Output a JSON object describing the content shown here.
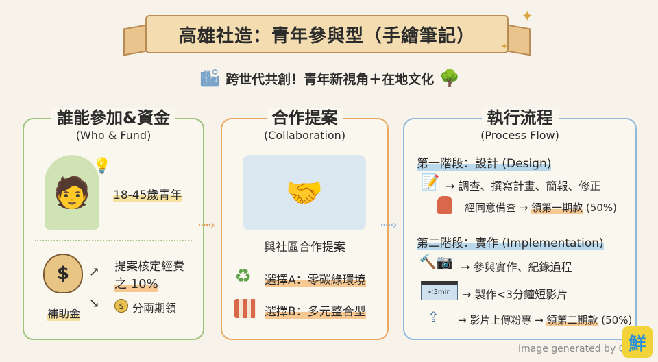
{
  "title": "高雄社造：青年參與型（手繪筆記）",
  "subtitle": "跨世代共創！青年新視角＋在地文化",
  "panels": {
    "who": {
      "title": "誰能參加&資金",
      "subtitle": "(Who & Fund)",
      "age": "18-45歲青年",
      "fund_label": "補助金",
      "fund_amount_line1": "提案核定經費",
      "fund_amount_line2": "之 10%",
      "fund_installments": "分兩期領"
    },
    "collab": {
      "title": "合作提案",
      "subtitle": "(Collaboration)",
      "caption": "與社區合作提案",
      "option_a": "選擇A：零碳綠環境",
      "option_b": "選擇B：多元整合型"
    },
    "flow": {
      "title": "執行流程",
      "subtitle": "(Process Flow)",
      "stage1": "第一階段：設計 (Design)",
      "stage1_step1": "→ 調查、撰寫計畫、簡報、修正",
      "stage1_step2_a": "經同意備查 →",
      "stage1_step2_b": "領第一期款",
      "stage1_step2_c": "(50%)",
      "stage2": "第二階段：實作 (Implementation)",
      "stage2_step1": "→ 參與實作、紀錄過程",
      "stage2_step2": "→ 製作<3分鐘短影片",
      "video_badge": "<3min",
      "stage2_step3_a": "→ 影片上傳粉專 →",
      "stage2_step3_b": "領第二期款",
      "stage2_step3_c": "(50%)"
    }
  },
  "watermark": "Image generated by G",
  "logo": "鮮",
  "colors": {
    "green": "#9cc27e",
    "orange": "#eba863",
    "blue": "#8fb8db",
    "bg": "#f7f3ea"
  }
}
